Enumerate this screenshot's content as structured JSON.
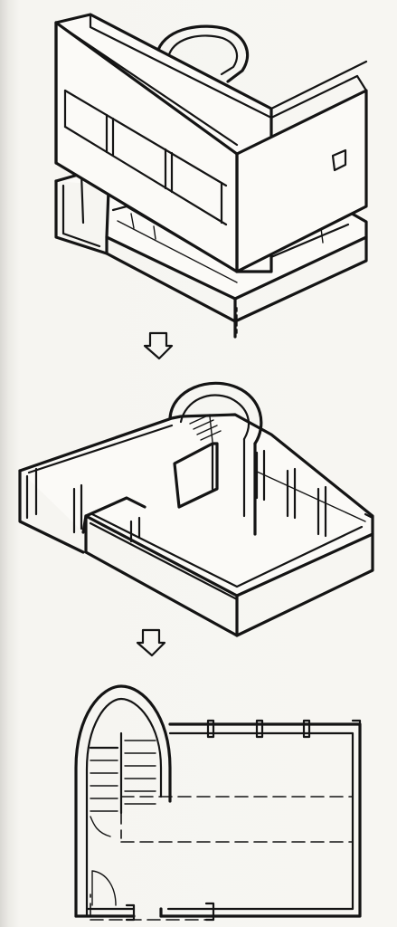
{
  "figure": {
    "panels": [
      {
        "id": "iso-building",
        "description_name": "axonometric-house"
      },
      {
        "id": "iso-plinth",
        "description_name": "axonometric-ground-level"
      },
      {
        "id": "plan",
        "description_name": "floor-plan"
      }
    ],
    "arrows": [
      {
        "icon": "down-arrow-icon"
      },
      {
        "icon": "down-arrow-icon"
      }
    ],
    "colors": {
      "ink": "#141414",
      "paper": "#f7f6f2",
      "binding_shadow": "#d9d8d3"
    }
  }
}
